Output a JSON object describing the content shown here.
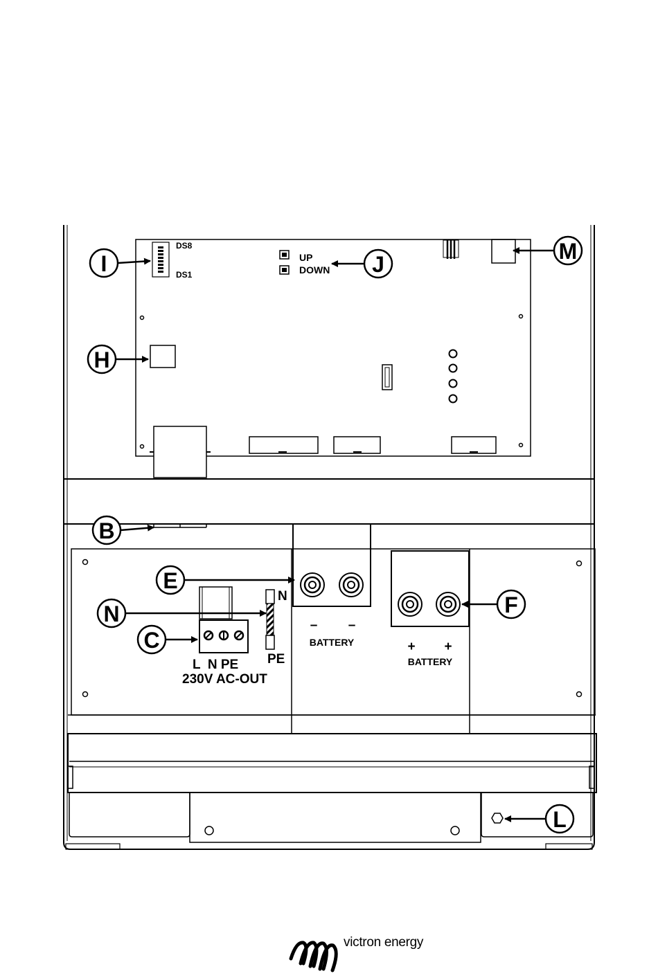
{
  "callouts": {
    "I": "I",
    "J": "J",
    "M": "M",
    "H": "H",
    "B": "B",
    "E": "E",
    "N": "N",
    "C": "C",
    "F": "F",
    "L": "L"
  },
  "board": {
    "ds_top": "DS8",
    "ds_bottom": "DS1",
    "up": "UP",
    "down": "DOWN"
  },
  "ac_out": {
    "terminals": "L  N PE",
    "title": "230V AC-OUT",
    "n": "N",
    "pe": "PE"
  },
  "battery_neg": {
    "sign_1": "–",
    "sign_2": "–",
    "label": "BATTERY"
  },
  "battery_pos": {
    "sign_1": "+",
    "sign_2": "+",
    "label": "BATTERY"
  },
  "brand": {
    "name": "victron energy"
  }
}
